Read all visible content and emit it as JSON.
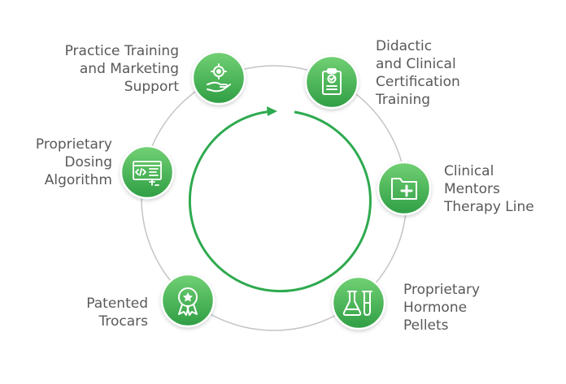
{
  "colors": {
    "ring": "#bdbdbd",
    "arrow": "#2eaa4f",
    "node_light": "#6ccf6e",
    "node_dark": "#2f9e44",
    "text": "#595959",
    "icon": "#ffffff"
  },
  "nodes": [
    {
      "id": "practice-training",
      "icon": "gear-hand-icon",
      "lines": [
        "Practice Training",
        "and Marketing",
        "Support"
      ]
    },
    {
      "id": "didactic",
      "icon": "clipboard-check-icon",
      "lines": [
        "Didactic",
        "and Clinical",
        "Certification",
        "Training"
      ]
    },
    {
      "id": "clinical-mentors",
      "icon": "medical-folder-icon",
      "lines": [
        "Clinical",
        "Mentors",
        "Therapy Line"
      ]
    },
    {
      "id": "hormone-pellets",
      "icon": "test-tubes-icon",
      "lines": [
        "Proprietary",
        "Hormone",
        "Pellets"
      ]
    },
    {
      "id": "trocars",
      "icon": "award-badge-icon",
      "lines": [
        "Patented",
        "Trocars"
      ]
    },
    {
      "id": "dosing",
      "icon": "code-screen-icon",
      "lines": [
        "Proprietary",
        "Dosing",
        "Algorithm"
      ]
    }
  ]
}
